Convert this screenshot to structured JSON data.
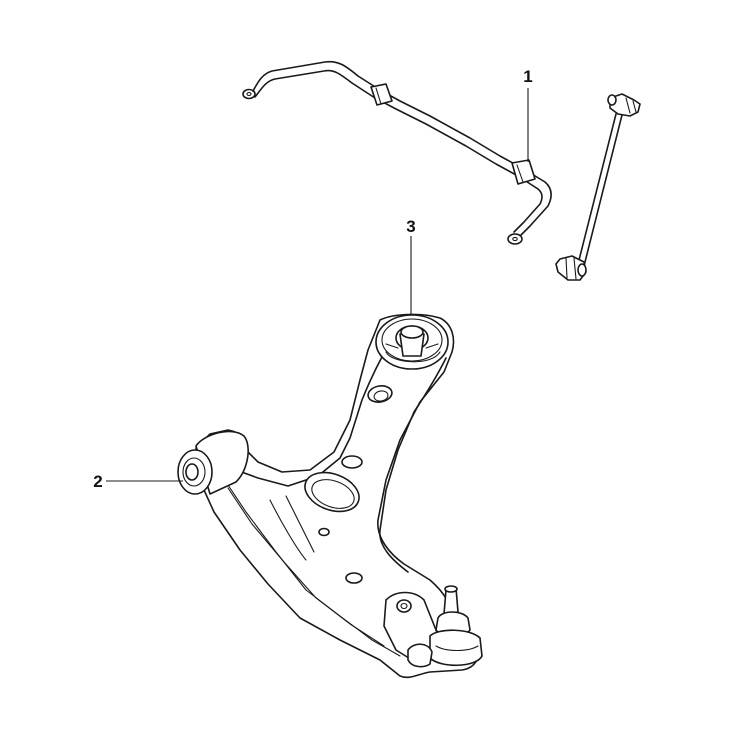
{
  "callouts": {
    "stabilizer_bar": "1",
    "front_bushing": "2",
    "rear_bushing": "3"
  }
}
